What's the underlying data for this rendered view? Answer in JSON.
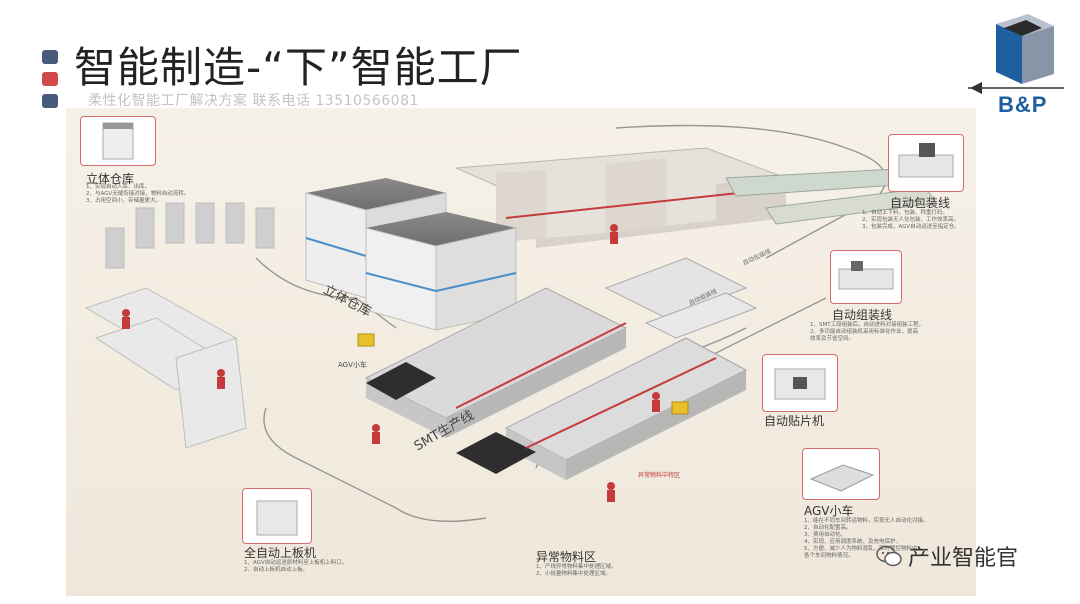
{
  "slide": {
    "title": "智能制造-“下”智能工厂",
    "subtitle": "柔性化智能工厂解决方案   联系电话 13510566081",
    "bullet_colors": [
      "#4a5a7a",
      "#d04a4a",
      "#4a5a7a"
    ]
  },
  "logo": {
    "text": "B&P",
    "color": "#1f5fa0"
  },
  "watermark": {
    "text": "产业智能官",
    "icon": "wechat-icon"
  },
  "diagram": {
    "callouts": [
      {
        "id": "warehouse",
        "label": "立体仓库",
        "notes": [
          "1、实现自动入库、出库。",
          "2、与AGV无缝衔接对接，物料自动流转。",
          "3、占用空间小，存储量更大。"
        ]
      },
      {
        "id": "auto-pack",
        "label": "自动包装线",
        "notes": [
          "1、自动上下料，包装、称重打码。",
          "2、实现包装无人化包装，工作效率高。",
          "3、包装完成，AGV自动运送至指定仓。"
        ]
      },
      {
        "id": "auto-assembly",
        "label": "自动组装线",
        "notes": [
          "1、SMT工段组装后，自动进料对接组装工程。",
          "2、多功能自动组装机采用标准化作业，提高",
          "   效率及节省空间。"
        ]
      },
      {
        "id": "auto-mount",
        "label": "自动贴片机",
        "notes": []
      },
      {
        "id": "agv",
        "label": "AGV小车",
        "notes": [
          "1、能在不同车间转运物料，实现无人自动化对接。",
          "2、自动化配置高。",
          "3、费用自动化。",
          "4、实现、应用调度系统、及充电保护。",
          "5、方便、减少人为物料混乱，实时管控物料中",
          "   各个车间物料情况。"
        ]
      },
      {
        "id": "loader",
        "label": "全自动上板机",
        "notes": [
          "1、AGV自动运送原材料至上板机上料口。",
          "2、自动上板机自动上板。"
        ]
      },
      {
        "id": "abnormal",
        "label": "异常物料区",
        "notes": [
          "1、产线异常物料集中处理区域。",
          "2、小批量物料集中处理区域。"
        ]
      }
    ],
    "floor_labels": [
      "立体仓库",
      "SMT生产线",
      "AGV小车"
    ],
    "small_tags": [
      "自动包装线",
      "自动组装线",
      "异常物料中转区"
    ]
  }
}
